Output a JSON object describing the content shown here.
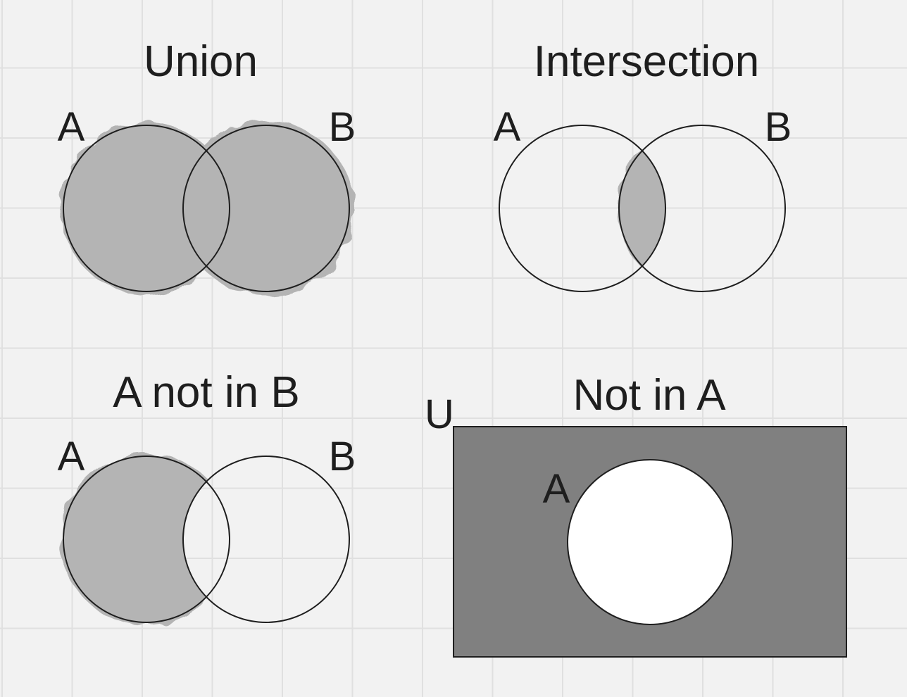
{
  "canvas": {
    "background_color": "#f2f2f2",
    "grid_color": "#e0e0e0"
  },
  "colors": {
    "shade_light": "#b4b4b4",
    "shade_dark": "#808080",
    "hole_fill": "#ffffff",
    "stroke": "#1e1e1e"
  },
  "panels": {
    "union": {
      "title": "Union",
      "label_a": "A",
      "label_b": "B",
      "shaded_region": "A ∪ B"
    },
    "intersection": {
      "title": "Intersection",
      "label_a": "A",
      "label_b": "B",
      "shaded_region": "A ∩ B"
    },
    "difference": {
      "title": "A not in B",
      "label_a": "A",
      "label_b": "B",
      "shaded_region": "A − B"
    },
    "complement": {
      "title": "Not in A",
      "label_u": "U",
      "label_a": "A",
      "shaded_region": "U − A"
    }
  }
}
